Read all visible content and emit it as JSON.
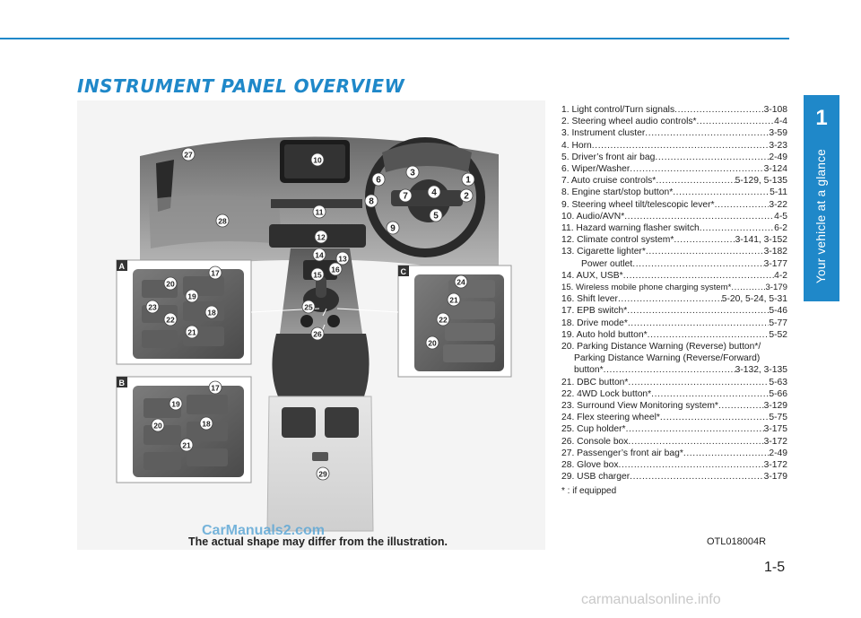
{
  "header": {
    "title": "INSTRUMENT PANEL OVERVIEW",
    "chapter_number": "1",
    "chapter_title": "Your vehicle at a glance"
  },
  "figure": {
    "caption": "The actual shape may differ from the illustration.",
    "code": "OTL018004R",
    "watermark": "CarManuals2.com",
    "inset_labels": [
      "A",
      "B",
      "C"
    ],
    "callouts": [
      "1",
      "2",
      "3",
      "4",
      "5",
      "6",
      "7",
      "8",
      "9",
      "10",
      "11",
      "12",
      "13",
      "14",
      "15",
      "16",
      "17",
      "18",
      "19",
      "20",
      "21",
      "22",
      "23",
      "24",
      "25",
      "26",
      "27",
      "28",
      "29"
    ]
  },
  "legend": {
    "items": [
      {
        "label": "1. Light control/Turn signals",
        "page": "3-108"
      },
      {
        "label": "2. Steering wheel audio controls*",
        "page": "4-4"
      },
      {
        "label": "3. Instrument cluster",
        "page": "3-59"
      },
      {
        "label": "4. Horn",
        "page": "3-23"
      },
      {
        "label": "5. Driver’s front air bag",
        "page": "2-49"
      },
      {
        "label": "6. Wiper/Washer",
        "page": "3-124"
      },
      {
        "label": "7. Auto cruise controls*",
        "page": "5-129, 5-135"
      },
      {
        "label": "8. Engine start/stop button*",
        "page": "5-11"
      },
      {
        "label": "9. Steering wheel tilt/telescopic lever*",
        "page": "3-22"
      },
      {
        "label": "10. Audio/AVN*",
        "page": "4-5"
      },
      {
        "label": "11. Hazard warning flasher switch",
        "page": "6-2"
      },
      {
        "label": "12. Climate control system*",
        "page": "3-141, 3-152"
      },
      {
        "label": "13. Cigarette lighter*",
        "page": "3-182"
      },
      {
        "label": "Power outlet",
        "page": "3-177",
        "indent": true
      },
      {
        "label": "14. AUX, USB*",
        "page": "4-2"
      },
      {
        "label": "15. Wireless mobile phone charging system*",
        "page": "3-179",
        "tight": true
      },
      {
        "label": "16. Shift lever",
        "page": "5-20, 5-24, 5-31"
      },
      {
        "label": "17. EPB switch*",
        "page": "5-46"
      },
      {
        "label": "18. Drive mode*",
        "page": "5-77"
      },
      {
        "label": "19. Auto hold button*",
        "page": "5-52"
      }
    ],
    "item20": {
      "line1": "20. Parking Distance Warning (Reverse) button*/",
      "line2": "Parking Distance Warning (Reverse/Forward)",
      "line3_label": "button*",
      "line3_page": "3-132, 3-135"
    },
    "items_after": [
      {
        "label": "21. DBC button*",
        "page": "5-63"
      },
      {
        "label": "22. 4WD Lock button*",
        "page": "5-66"
      },
      {
        "label": "23. Surround View Monitoring system*",
        "page": "3-129"
      },
      {
        "label": "24. Flex steering wheel*",
        "page": "5-75"
      },
      {
        "label": "25. Cup holder*",
        "page": "3-175"
      },
      {
        "label": "26. Console box",
        "page": "3-172"
      },
      {
        "label": "27. Passenger’s front air bag*",
        "page": "2-49"
      },
      {
        "label": "28. Glove box",
        "page": "3-172"
      },
      {
        "label": "29. USB charger",
        "page": "3-179"
      }
    ],
    "note": "* : if equipped"
  },
  "footer": {
    "page_number": "1-5",
    "site": "carmanualsonline.info"
  },
  "colors": {
    "accent": "#1f88c9"
  }
}
